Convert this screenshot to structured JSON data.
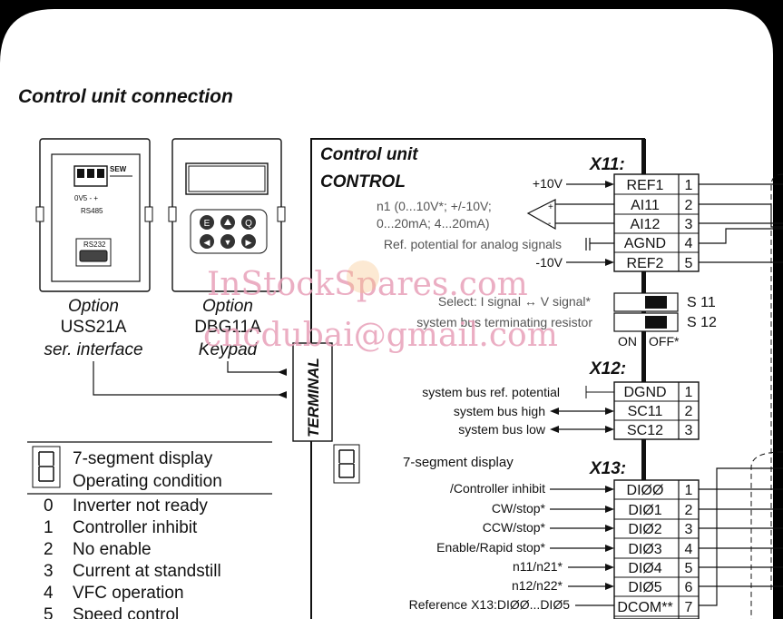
{
  "title": "Control unit connection",
  "options": {
    "uss": {
      "name": "Option",
      "model": "USS21A",
      "desc": "ser. interface",
      "port1": "RS485",
      "port2": "RS232",
      "pins": "0V5 - +",
      "brand": "SEW"
    },
    "dbg": {
      "name": "Option",
      "model": "DBG11A",
      "desc": "Keypad",
      "keys": [
        "E",
        "Q",
        "◀",
        "▼",
        "▶"
      ]
    }
  },
  "terminal_label": "TERMINAL",
  "unit": {
    "title": "Control unit",
    "subtitle": "CONTROL"
  },
  "x11": {
    "label": "X11:",
    "terminals": [
      {
        "name": "REF1",
        "num": "1",
        "desc": "+10V"
      },
      {
        "name": "AI11",
        "num": "2",
        "desc": "n1 (0...10V*; +/-10V;"
      },
      {
        "name": "AI12",
        "num": "3",
        "desc": "0...20mA; 4...20mA)"
      },
      {
        "name": "AGND",
        "num": "4",
        "desc": "Ref. potential for analog signals"
      },
      {
        "name": "REF2",
        "num": "5",
        "desc": "-10V"
      }
    ]
  },
  "switches": {
    "s11": {
      "label": "S 11",
      "desc": "Select: I signal ↔ V signal*"
    },
    "s12": {
      "label": "S 12",
      "desc": "system bus terminating resistor"
    },
    "on": "ON",
    "off": "OFF*"
  },
  "x12": {
    "label": "X12:",
    "terminals": [
      {
        "name": "DGND",
        "num": "1",
        "desc": "system bus ref. potential"
      },
      {
        "name": "SC11",
        "num": "2",
        "desc": "system bus high"
      },
      {
        "name": "SC12",
        "num": "3",
        "desc": "system bus low"
      }
    ]
  },
  "seg_label": "7-segment display",
  "x13": {
    "label": "X13:",
    "terminals": [
      {
        "name": "DIØØ",
        "num": "1",
        "desc": "/Controller inhibit"
      },
      {
        "name": "DIØ1",
        "num": "2",
        "desc": "CW/stop*"
      },
      {
        "name": "DIØ2",
        "num": "3",
        "desc": "CCW/stop*"
      },
      {
        "name": "DIØ3",
        "num": "4",
        "desc": "Enable/Rapid stop*"
      },
      {
        "name": "DIØ4",
        "num": "5",
        "desc": "n11/n21*"
      },
      {
        "name": "DIØ5",
        "num": "6",
        "desc": "n12/n22*"
      },
      {
        "name": "DCOM**",
        "num": "7",
        "desc": "Reference X13:DIØØ...DIØ5"
      }
    ]
  },
  "legend": {
    "head1": "7-segment display",
    "head2": "Operating condition",
    "rows": [
      {
        "code": "0",
        "text": "Inverter not ready"
      },
      {
        "code": "1",
        "text": "Controller inhibit"
      },
      {
        "code": "2",
        "text": "No enable"
      },
      {
        "code": "3",
        "text": "Current at standstill"
      },
      {
        "code": "4",
        "text": "VFC operation"
      },
      {
        "code": "5",
        "text": "Speed control"
      }
    ]
  },
  "watermark": {
    "line1": "InStockSpares.com",
    "line2": "cncdubai@gmail.com"
  }
}
